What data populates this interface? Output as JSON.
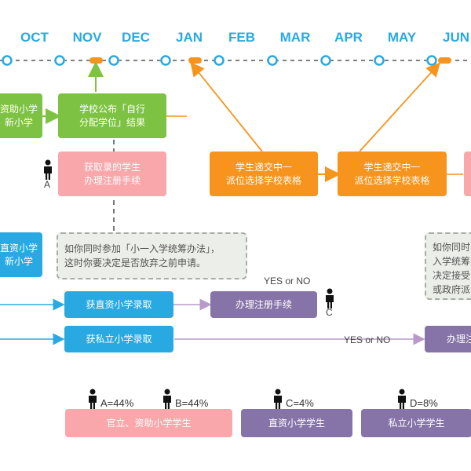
{
  "months": [
    "OCT",
    "NOV",
    "DEC",
    "JAN",
    "FEB",
    "MAR",
    "APR",
    "MAY",
    "JUN"
  ],
  "colors": {
    "timeline": "#29a9e1",
    "green": "#7dc242",
    "pink": "#f9a7ab",
    "orange": "#f7941d",
    "blue": "#29a9e1",
    "purple": "#8673a8"
  },
  "boxes": {
    "left_green": "资助小学\n新小学",
    "school_announce": "学校公布「自行\n分配学位」结果",
    "registration_a": "获取录的学生\n办理注册手续",
    "orange_1": "学生递交中一\n派位选择学校表格",
    "orange_2": "学生递交中一\n派位选择学校表格",
    "left_blue": "直资小学\n新小学",
    "direct_admit": "获直资小学录取",
    "register_c": "办理注册手续",
    "private_admit": "获私立小学录取",
    "right_purple": "办理注"
  },
  "notes": {
    "note_1": "如你同时参加「小一入学统筹办法」，\n这时你要决定是否放弃之前申请。",
    "note_2": "如你同时\n入学统筹\n决定接受\n或政府派"
  },
  "yesno": [
    "YES or NO",
    "YES or NO"
  ],
  "person_labels": {
    "a": "A",
    "c": "C"
  },
  "stats": [
    {
      "label": "A=44%",
      "fill": "官立、资助小学学生"
    },
    {
      "label": "B=44%",
      "fill": ""
    },
    {
      "label": "C=4%",
      "fill": "直资小学学生"
    },
    {
      "label": "D=8%",
      "fill": "私立小学学生"
    }
  ],
  "bottom": {
    "gov": "官立、资助小学学生",
    "direct": "直资小学学生",
    "private": "私立小学学生"
  }
}
